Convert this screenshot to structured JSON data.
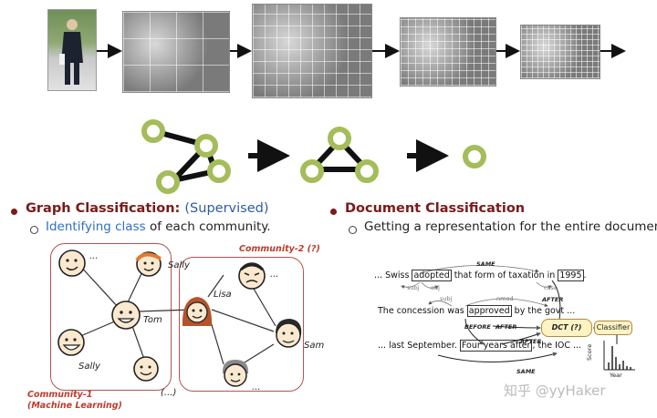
{
  "graph_classification": {
    "title": "Graph Classification:",
    "qualifier": "(Supervised)",
    "subpoint_highlight": "Identifying class",
    "subpoint_rest": " of each community."
  },
  "document_classification": {
    "title": "Document Classification",
    "subpoint": "Getting a representation for the entire document"
  },
  "community_graph": {
    "community1_label_line1": "Community-1",
    "community1_label_line2": "(Machine Learning)",
    "community2_label": "Community-2 (?)",
    "names": {
      "sally_top": "Sally",
      "tom": "Tom",
      "sally_bottom": "Sally",
      "lisa": "Lisa",
      "sam": "Sam",
      "dots_top_left": "...",
      "dots_top_right": "...",
      "dots_bottom_right": "...",
      "dots_outside": "(...)"
    }
  },
  "document_graph": {
    "line1": {
      "pre": "... Swiss ",
      "w1": "adopted",
      "mid": " that form of taxation in ",
      "w2": "1995",
      "post": "."
    },
    "line2": {
      "pre": "The concession was ",
      "w1": "approved",
      "post": " by the govt ..."
    },
    "line3": {
      "pre": "... last September. ",
      "w1": "Four years after",
      "post": ", the IOC ..."
    },
    "edge_labels": {
      "same_top": "SAME",
      "subj1": "subj",
      "obj": "obj",
      "case": "case",
      "subj2": "subj",
      "nmod": "nmod",
      "after1": "AFTER",
      "before": "BEFORE",
      "after2": "AFTER",
      "after3": "AFTER",
      "same_bottom": "SAME"
    },
    "dct_label": "DCT (?)",
    "classifier_label": "Classifier",
    "plot_ylabel": "Score",
    "plot_xlabel": "Year"
  },
  "watermark": "知乎 @yyHaker"
}
